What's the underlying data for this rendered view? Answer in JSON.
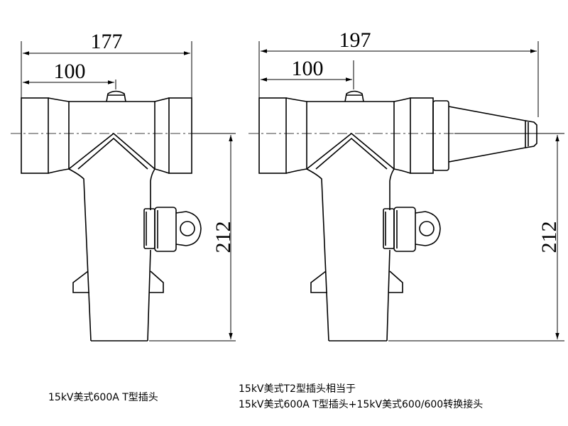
{
  "left_drawing": {
    "overall_width": "177",
    "inner_width": "100",
    "height": "212",
    "caption": "15kV美式600A T型插头"
  },
  "right_drawing": {
    "overall_width": "197",
    "inner_width": "100",
    "height": "212",
    "caption_line1": "15kV美式T2型插头相当于",
    "caption_line2": "15kV美式600A T型插头+15kV美式600/600转换接头"
  }
}
